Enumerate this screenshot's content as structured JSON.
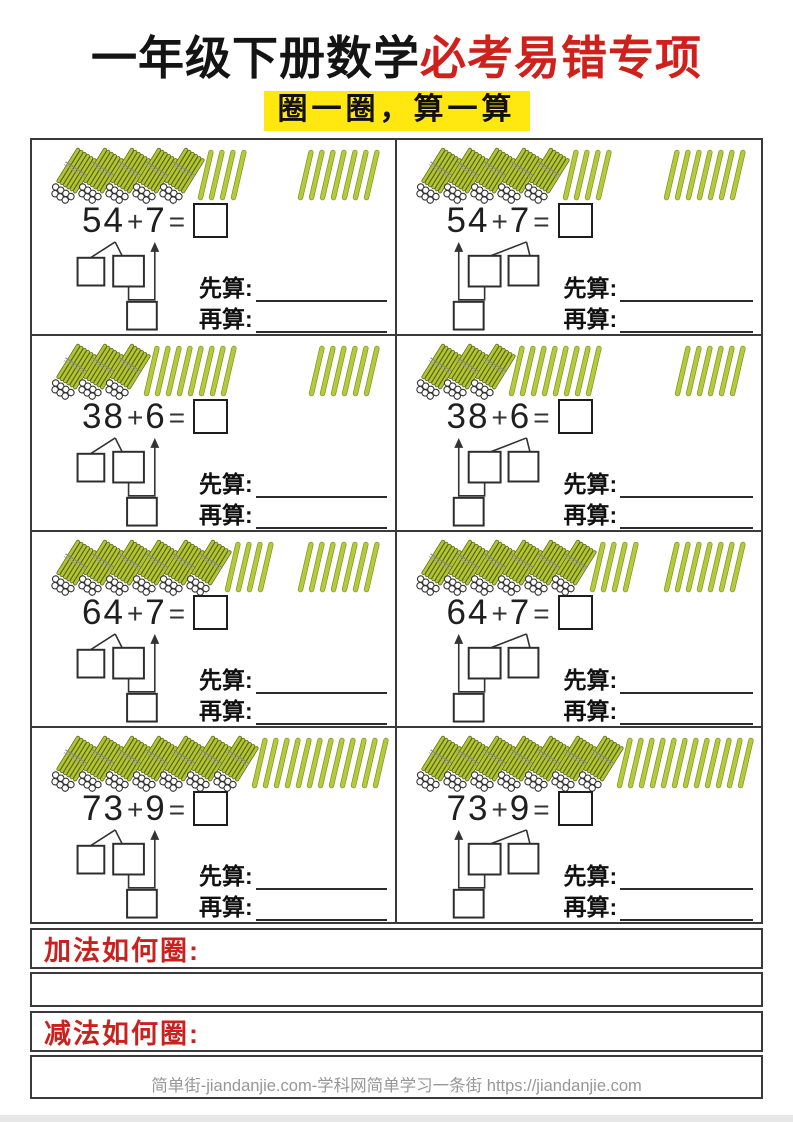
{
  "header": {
    "title_black": "一年级下册数学",
    "title_red": "必考易错专项",
    "subtitle": "圈一圈，算一算"
  },
  "labels": {
    "first_calc": "先算:",
    "then_calc": "再算:"
  },
  "symbols": {
    "plus": "+",
    "equals": "="
  },
  "sections": {
    "addition_label": "加法如何圈:",
    "subtraction_label": "减法如何圈:"
  },
  "footer": {
    "text": "简单街-jiandanjie.com-学科网简单学习一条街 https://jiandanjie.com"
  },
  "colors": {
    "stick_green": "#b5ca38",
    "stick_edge": "#7f912a",
    "bundle_green": "#b2c72f",
    "bundle_edge": "#55611a",
    "accent_red": "#c9221e",
    "highlight_yellow": "#ffe70f",
    "border_dark": "#3a3a3a",
    "footer_gray": "#979797"
  },
  "problems": [
    {
      "a": 54,
      "b": 7,
      "bundles": 5,
      "loose_a": 4,
      "loose_b": 7,
      "decompose": "first"
    },
    {
      "a": 54,
      "b": 7,
      "bundles": 5,
      "loose_a": 4,
      "loose_b": 7,
      "decompose": "second"
    },
    {
      "a": 38,
      "b": 6,
      "bundles": 3,
      "loose_a": 8,
      "loose_b": 6,
      "decompose": "first"
    },
    {
      "a": 38,
      "b": 6,
      "bundles": 3,
      "loose_a": 8,
      "loose_b": 6,
      "decompose": "second"
    },
    {
      "a": 64,
      "b": 7,
      "bundles": 6,
      "loose_a": 4,
      "loose_b": 7,
      "decompose": "first"
    },
    {
      "a": 64,
      "b": 7,
      "bundles": 6,
      "loose_a": 4,
      "loose_b": 7,
      "decompose": "second"
    },
    {
      "a": 73,
      "b": 9,
      "bundles": 7,
      "loose_a": 3,
      "loose_b": 9,
      "decompose": "first"
    },
    {
      "a": 73,
      "b": 9,
      "bundles": 7,
      "loose_a": 3,
      "loose_b": 9,
      "decompose": "second"
    }
  ]
}
